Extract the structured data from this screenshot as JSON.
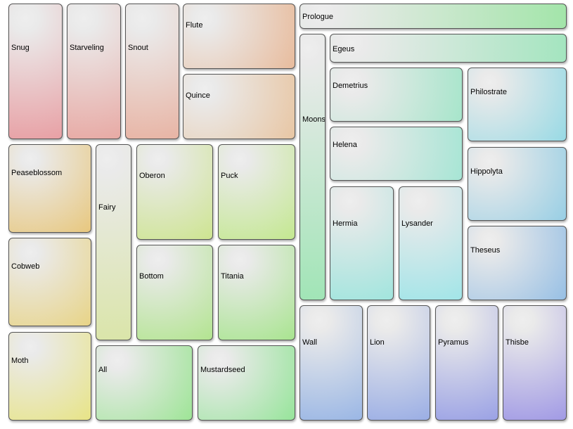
{
  "chart_data": {
    "type": "treemap",
    "title": "",
    "items": [
      {
        "name": "Snug",
        "color": "#e8959a"
      },
      {
        "name": "Starveling",
        "color": "#e8a09a"
      },
      {
        "name": "Snout",
        "color": "#e8ac9a"
      },
      {
        "name": "Flute",
        "color": "#e8b490"
      },
      {
        "name": "Quince",
        "color": "#e8c098"
      },
      {
        "name": "Peaseblossom",
        "color": "#e8c880"
      },
      {
        "name": "Cobweb",
        "color": "#e8d488"
      },
      {
        "name": "Moth",
        "color": "#e8e488"
      },
      {
        "name": "Fairy",
        "color": "#d8e4a0"
      },
      {
        "name": "Oberon",
        "color": "#cce48c"
      },
      {
        "name": "Puck",
        "color": "#c2e88c"
      },
      {
        "name": "Bottom",
        "color": "#b0e48c"
      },
      {
        "name": "Titania",
        "color": "#a6e48c"
      },
      {
        "name": "All",
        "color": "#98e490"
      },
      {
        "name": "Mustardseed",
        "color": "#90e494"
      },
      {
        "name": "Prologue",
        "color": "#98e4a0"
      },
      {
        "name": "Moonshine",
        "color": "#98e4b0"
      },
      {
        "name": "Egeus",
        "color": "#98e4b8"
      },
      {
        "name": "Demetrius",
        "color": "#98e4c4"
      },
      {
        "name": "Philostrate",
        "color": "#90d8e4"
      },
      {
        "name": "Helena",
        "color": "#98e4d0"
      },
      {
        "name": "Hippolyta",
        "color": "#90cce4"
      },
      {
        "name": "Hermia",
        "color": "#98e4dc"
      },
      {
        "name": "Lysander",
        "color": "#98e4e8"
      },
      {
        "name": "Theseus",
        "color": "#90bce4"
      },
      {
        "name": "Wall",
        "color": "#90b0e4"
      },
      {
        "name": "Lion",
        "color": "#90a6e4"
      },
      {
        "name": "Pyramus",
        "color": "#9098e4"
      },
      {
        "name": "Thisbe",
        "color": "#9890e4"
      }
    ]
  }
}
